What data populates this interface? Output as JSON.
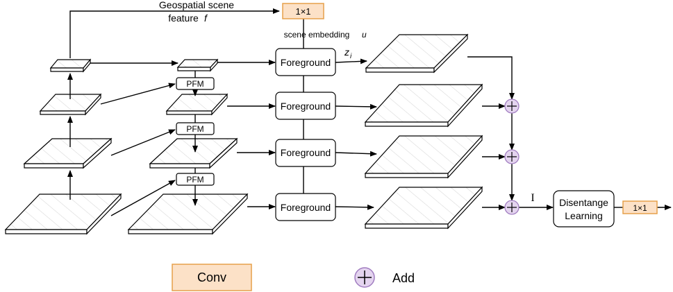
{
  "labels": {
    "scene_feature_line1": "Geospatial scene",
    "scene_feature_line2": "feature",
    "scene_feature_symbol": "f",
    "scene_embedding_text": "scene embedding",
    "scene_embedding_symbol": "u",
    "z_symbol": "z",
    "z_subscript": "i",
    "i_label": "I",
    "top_conv": "1×1",
    "output_conv": "1×1",
    "pfm": [
      "PFM",
      "PFM",
      "PFM"
    ],
    "foreground": [
      "Foreground",
      "Foreground",
      "Foreground",
      "Foreground"
    ],
    "disentangle_line1": "Disentange",
    "disentangle_line2": "Learning"
  },
  "legend": {
    "conv_label": "Conv",
    "add_label": "Add"
  },
  "colors": {
    "conv_fill": "#fce1c7",
    "conv_stroke": "#e6a04a",
    "add_fill": "#e4d4ef",
    "add_stroke": "#a07cc0",
    "hatch": "#d8d8d8"
  },
  "icons": {
    "add": "circle-plus-icon",
    "arrow": "arrow-head"
  }
}
